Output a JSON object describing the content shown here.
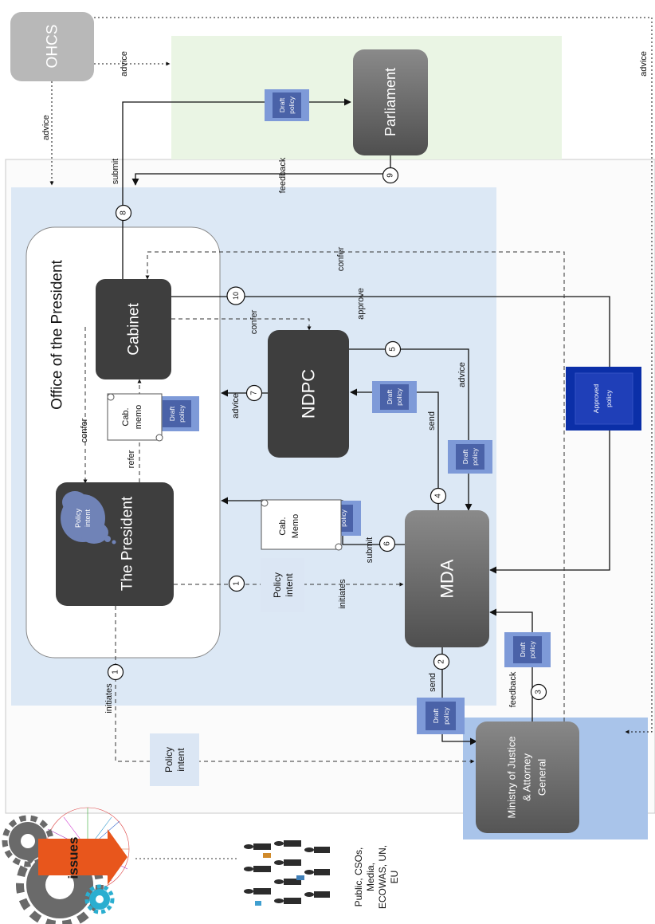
{
  "nodes": {
    "ohcs": "OHCS",
    "parliament": "Parliament",
    "office": "Office of the President",
    "cabinet": "Cabinet",
    "president": "The President",
    "ndpc": "NDPC",
    "mda": "MDA",
    "moj_line1": "Ministry of Justice",
    "moj_line2": "& Attorney",
    "moj_line3": "General"
  },
  "documents": {
    "draft_line1": "Draft",
    "draft_line2": "policy",
    "approved_line1": "Approved",
    "approved_line2": "policy",
    "cab_memo_upper_1": "Cab.",
    "cab_memo_upper_2": "memo",
    "cab_memo_lower_1": "Cab.",
    "cab_memo_lower_2": "Memo",
    "policy_intent_1": "Policy",
    "policy_intent_2": "intent"
  },
  "edge_labels": {
    "advice": "advice",
    "submit": "submit",
    "feedback": "feedback",
    "confer": "confer",
    "approve": "approve",
    "send": "send",
    "refer": "refer",
    "initiates": "initiates"
  },
  "steps": [
    "1",
    "1",
    "2",
    "3",
    "4",
    "5",
    "6",
    "7",
    "8",
    "9",
    "10"
  ],
  "issues": {
    "badge": "issues",
    "stakeholders_1": "Public, CSOs,",
    "stakeholders_2": "Media,",
    "stakeholders_3": "ECOWAS, UN,",
    "stakeholders_4": "EU"
  },
  "colors": {
    "dark_node": "#3e3e3e",
    "gray_node": "#6b6b6b",
    "ohcs": "#b8b8b8",
    "office_region": "#dce8f5",
    "parliament_region": "#eaf5e4",
    "moj_region": "#a9c4ea",
    "draft_doc": "#7e9ad8",
    "approved_doc": "#0b2fa8",
    "policy_intent_box": "#dbe6f4"
  }
}
